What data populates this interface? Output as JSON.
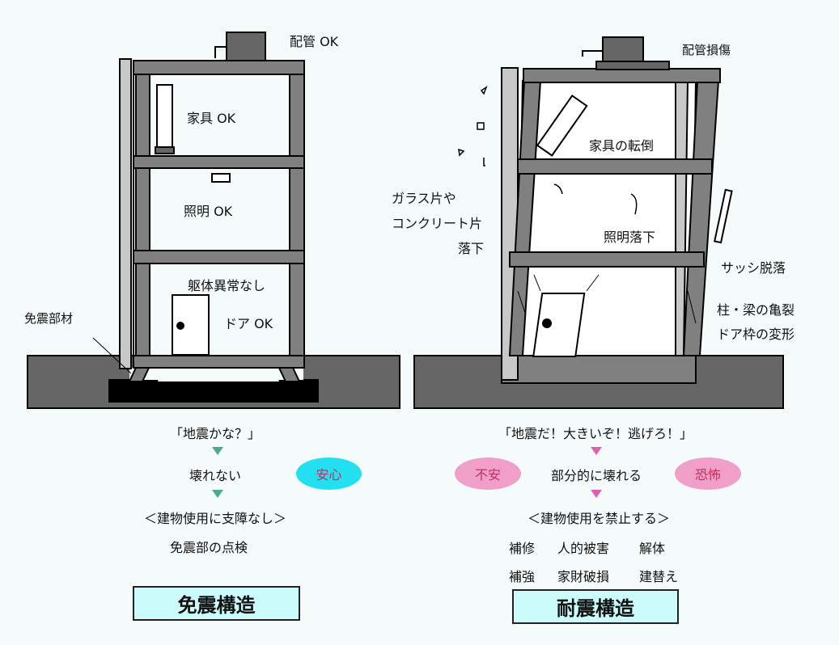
{
  "colors": {
    "background": "#f5fbfb",
    "ground": "#666666",
    "frame": "#808080",
    "column_light": "#c8c8c8",
    "anshin": "#22e0f0",
    "fuan": "#f0a0c8",
    "arrow_left": "#4aaa90",
    "arrow_right": "#e060b0",
    "title_bg": "#ccfbfb"
  },
  "left": {
    "labels": {
      "pipe": "配管 OK",
      "furniture": "家具 OK",
      "lighting": "照明 OK",
      "frame": "躯体異常なし",
      "door": "ドア OK",
      "isolator": "免震部材"
    },
    "flow": {
      "quote": "「地震かな？」",
      "result": "壊れない",
      "badge": "安心",
      "usage": "＜建物使用に支障なし＞",
      "action": "免震部の点検"
    },
    "title": "免震構造"
  },
  "right": {
    "labels": {
      "pipe": "配管損傷",
      "furniture": "家具の転倒",
      "debris_1": "ガラス片や",
      "debris_2": "コンクリート片",
      "debris_3": "落下",
      "lighting": "照明落下",
      "sash": "サッシ脱落",
      "crack": "柱・梁の亀裂",
      "door": "ドア枠の変形"
    },
    "flow": {
      "quote": "「地震だ！大きいぞ！逃げろ！」",
      "result": "部分的に壊れる",
      "badge_left": "不安",
      "badge_right": "恐怖",
      "usage": "＜建物使用を禁止する＞",
      "actions": [
        [
          "補修",
          "人的被害",
          "解体"
        ],
        [
          "補強",
          "家財破損",
          "建替え"
        ]
      ]
    },
    "title": "耐震構造"
  }
}
